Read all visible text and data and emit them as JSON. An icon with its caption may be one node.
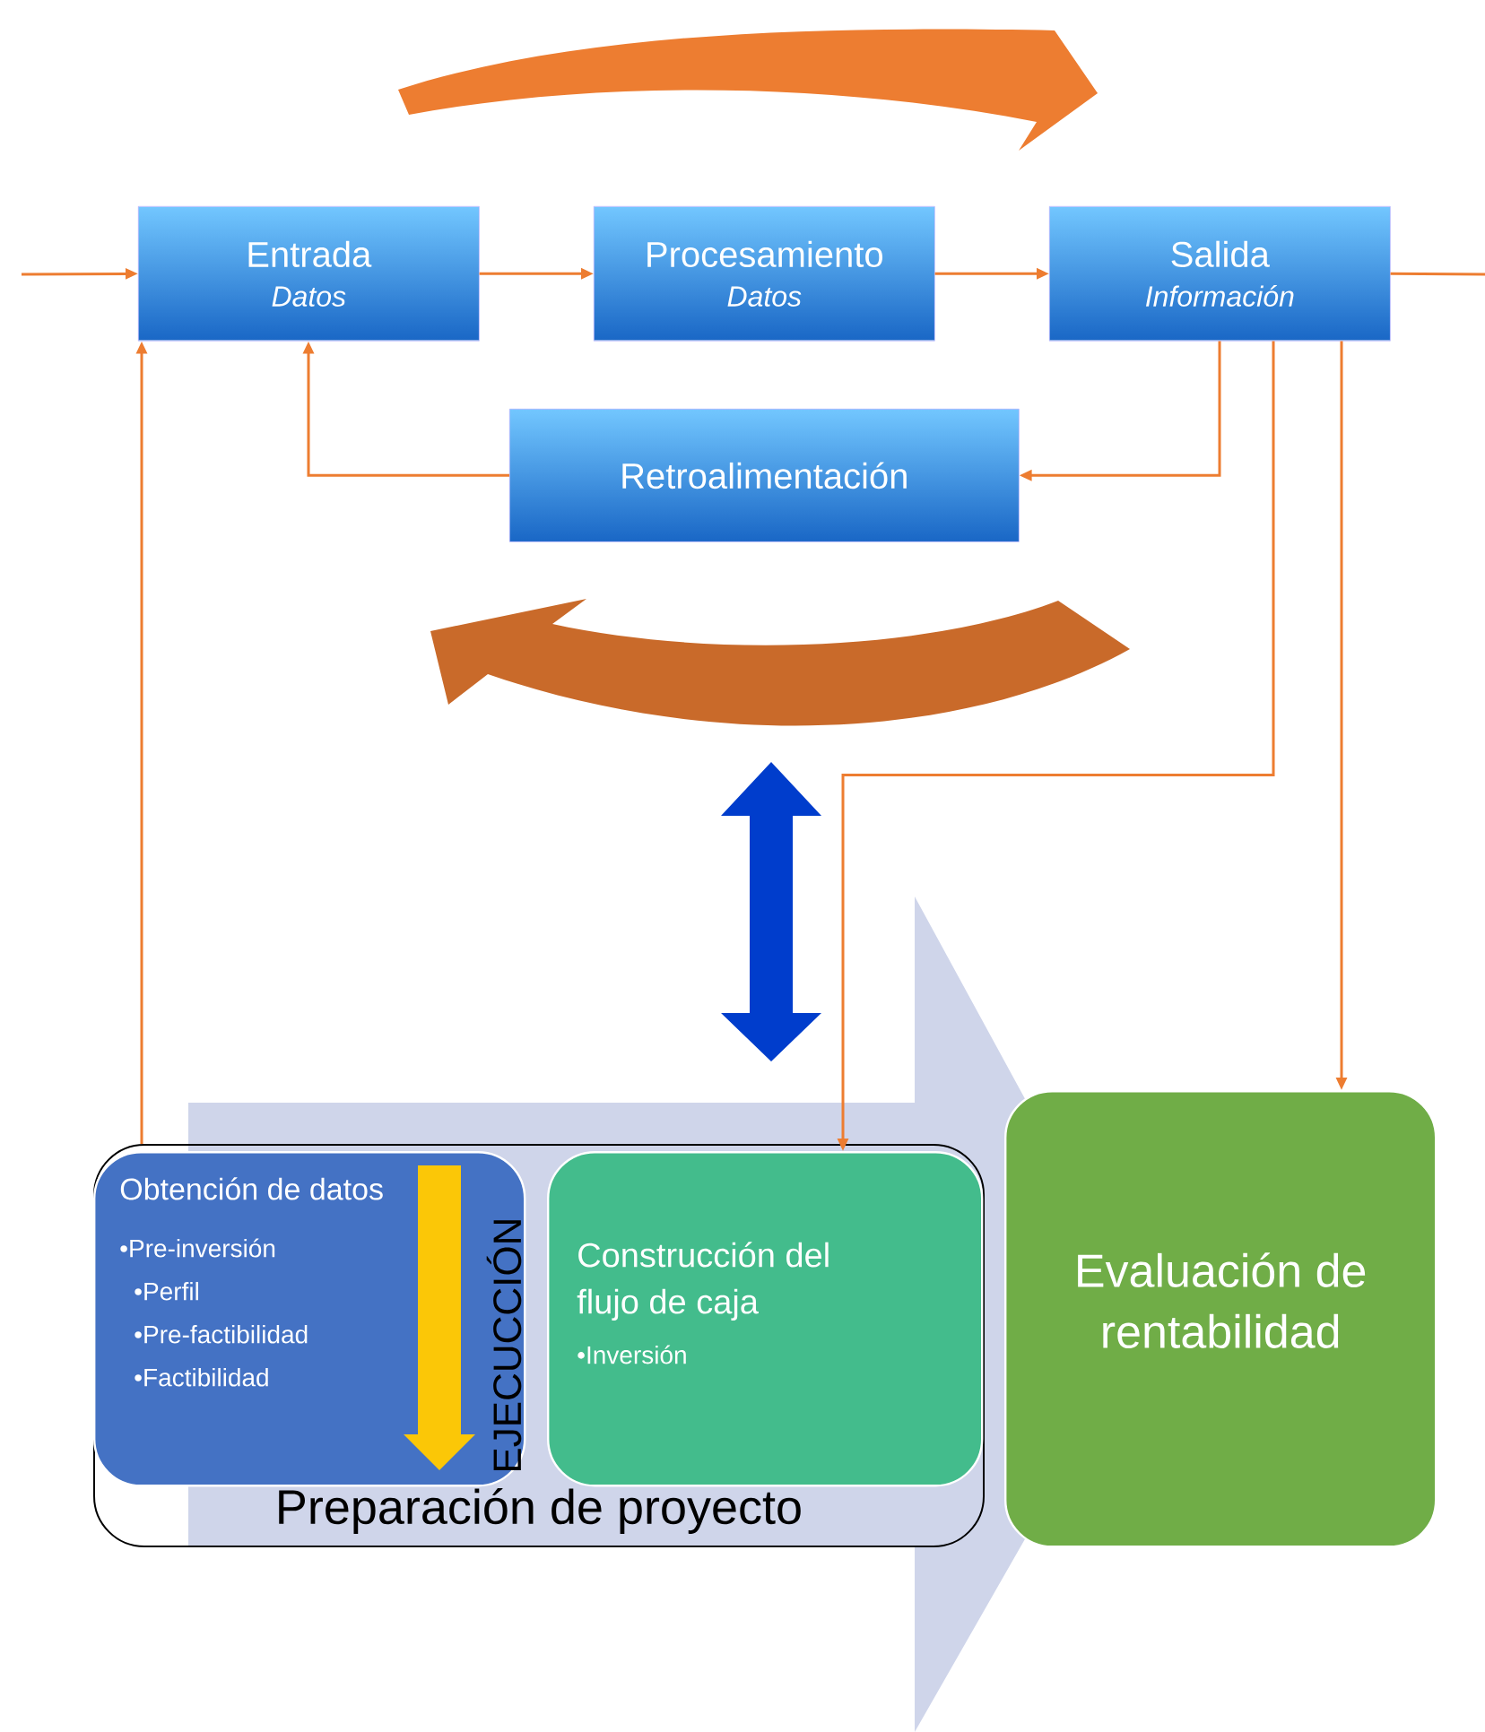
{
  "diagram": {
    "nodes": [
      {
        "text": [
          "Entrada",
          "Datos"
        ]
      },
      {
        "text": [
          "Procesamiento",
          "Datos"
        ]
      },
      {
        "text": [
          "Salida",
          "Información"
        ]
      },
      {
        "text": [
          "Retroalimentación"
        ]
      },
      {
        "text": [
          "Preparación de proyecto"
        ]
      },
      {
        "text": [
          "Obtención de datos",
          "•Pre-inversión",
          "•Perfil",
          "•Pre-factibilidad",
          "•Factibilidad"
        ],
        "in": 4
      },
      {
        "text": [
          "Construcción del flujo de caja",
          "•Inversión"
        ],
        "in": 4
      },
      {
        "text": [
          "Evaluación de rentabilidad"
        ]
      }
    ],
    "edges": [
      {
        "from": null,
        "to": 0,
        "arrow": "to"
      },
      {
        "from": 0,
        "to": 1,
        "arrow": "to"
      },
      {
        "from": 1,
        "to": 2,
        "arrow": "to"
      },
      {
        "from": 2,
        "to": null,
        "arrow": "none"
      },
      {
        "from": 2,
        "to": 3,
        "arrow": "to"
      },
      {
        "from": 3,
        "to": 0,
        "arrow": "to"
      },
      {
        "from": 2,
        "to": 6,
        "arrow": "to"
      },
      {
        "from": 2,
        "to": 7,
        "arrow": "to"
      },
      {
        "from": 4,
        "to": 0,
        "arrow": "to"
      },
      {
        "from": 5,
        "to": 7,
        "arrow": "to",
        "style": "thick",
        "color": "#cfd5ea"
      }
    ],
    "labels": [
      "EJECUCCIÓN"
    ]
  }
}
